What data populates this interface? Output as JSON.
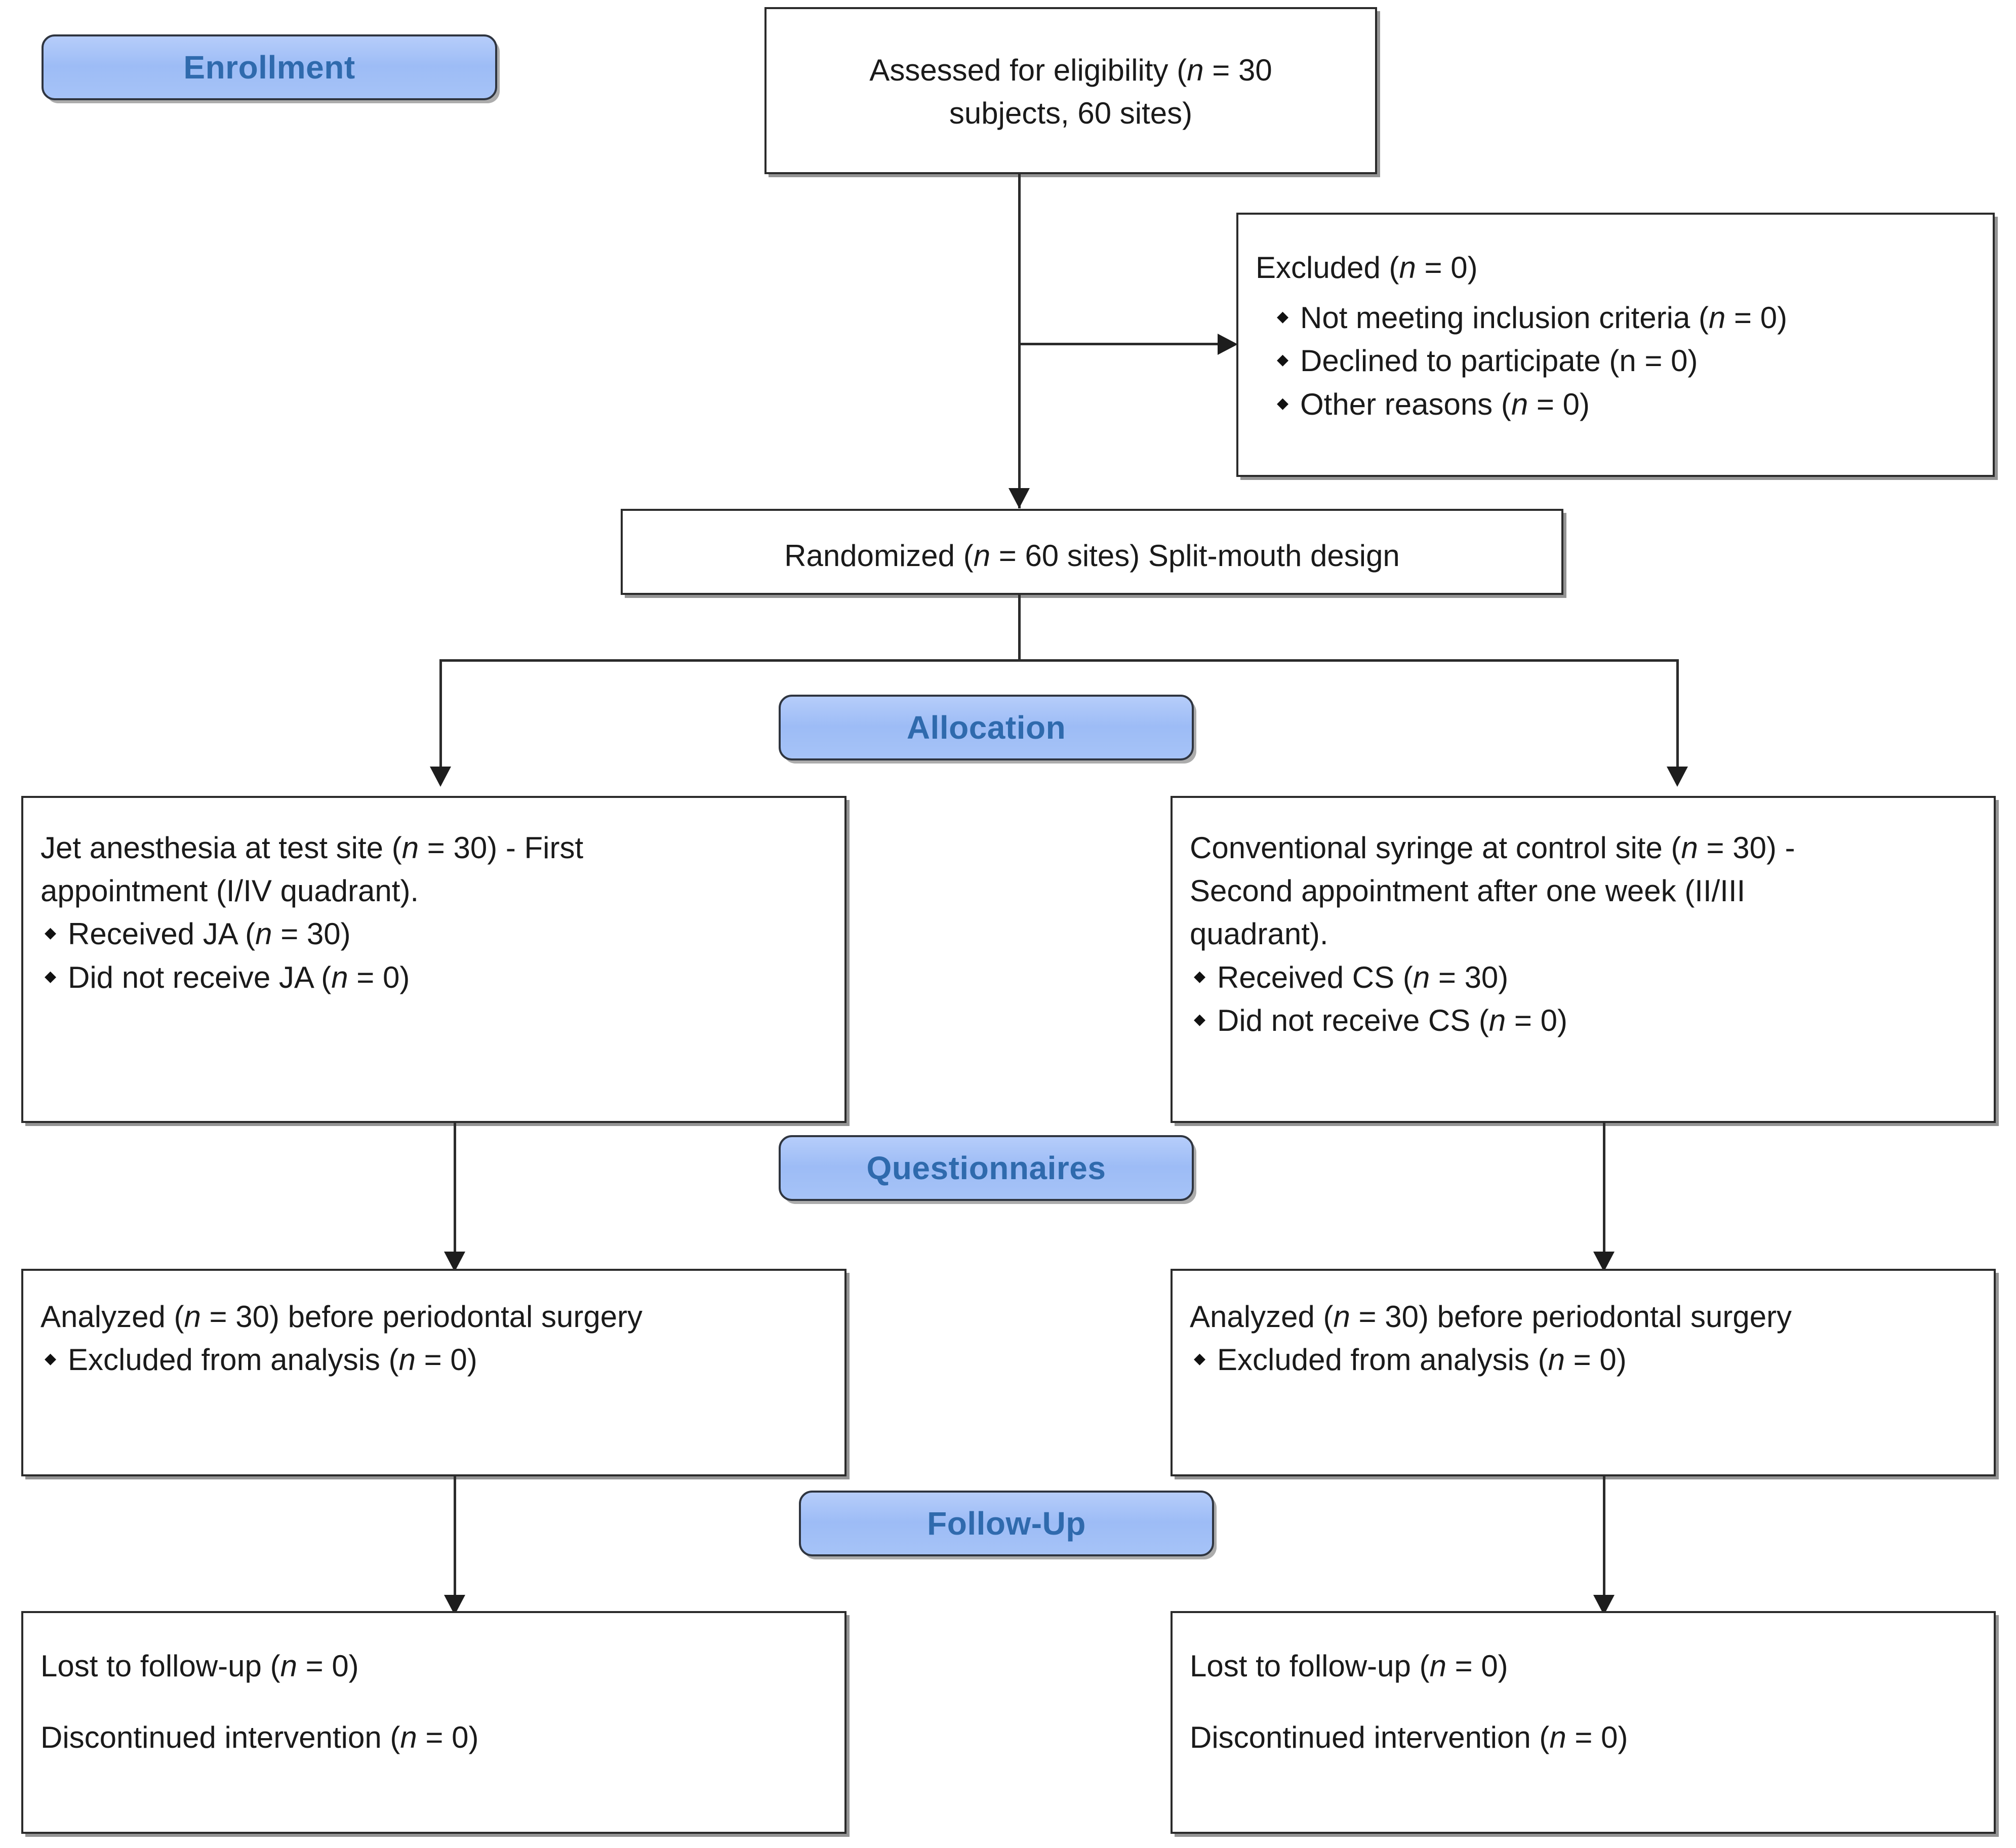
{
  "diagram": {
    "title": "CONSORT flow diagram",
    "accent_blue": "#9dbcf6",
    "accent_blue_text": "#2f6aad",
    "box_border": "#2b2b2b"
  },
  "stages": {
    "enrollment": "Enrollment",
    "allocation": "Allocation",
    "questionnaires": "Questionnaires",
    "followup": "Follow-Up"
  },
  "eligibility_box": {
    "line1_pre": "Assessed for eligibility (",
    "line1_n": "n",
    "line1_post": " = 30",
    "line2": "subjects, 60 sites)"
  },
  "excluded_box": {
    "heading_pre": "Excluded (",
    "heading_n": "n",
    "heading_post": " = 0)",
    "bullets": [
      {
        "pre": "Not meeting inclusion criteria (",
        "n": "n",
        "post": " = 0)",
        "italic_n": true
      },
      {
        "pre": "Declined to participate (n = 0)",
        "n": "",
        "post": "",
        "italic_n": false
      },
      {
        "pre": "Other reasons (",
        "n": "n",
        "post": " = 0)",
        "italic_n": true
      }
    ]
  },
  "randomized_box": {
    "pre": "Randomized (",
    "n": "n",
    "post": " = 60 sites) Split-mouth design"
  },
  "allocation_left": {
    "line1_pre": "Jet anesthesia at test site (",
    "line1_n": "n",
    "line1_post": " = 30) - First",
    "line2": "appointment (I/IV quadrant).",
    "bullets": [
      {
        "pre": "Received JA (",
        "n": "n",
        "post": " = 30)"
      },
      {
        "pre": "Did not receive JA (",
        "n": "n",
        "post": " = 0)"
      }
    ]
  },
  "allocation_right": {
    "line1_pre": "Conventional syringe at control site (",
    "line1_n": "n",
    "line1_post": " = 30) -",
    "line2": "Second appointment after one week (II/III",
    "line3": "quadrant).",
    "bullets": [
      {
        "pre": "Received CS (",
        "n": "n",
        "post": " = 30)"
      },
      {
        "pre": "Did not receive CS (",
        "n": "n",
        "post": " = 0)"
      }
    ]
  },
  "analysis_left": {
    "heading_pre": "Analyzed (",
    "heading_n": "n",
    "heading_post": " = 30) before periodontal surgery",
    "bullets": [
      {
        "pre": "Excluded from analysis (",
        "n": "n",
        "post": " = 0)"
      }
    ]
  },
  "analysis_right": {
    "heading_pre": "Analyzed (",
    "heading_n": "n",
    "heading_post": " = 30) before periodontal surgery",
    "bullets": [
      {
        "pre": "Excluded from analysis (",
        "n": "n",
        "post": " = 0)"
      }
    ]
  },
  "followup_left": {
    "line1_pre": "Lost to follow-up (",
    "line1_n": "n",
    "line1_post": " = 0)",
    "line2_pre": "Discontinued intervention (",
    "line2_n": "n",
    "line2_post": " = 0)"
  },
  "followup_right": {
    "line1_pre": "Lost to follow-up (",
    "line1_n": "n",
    "line1_post": " = 0)",
    "line2_pre": "Discontinued intervention (",
    "line2_n": "n",
    "line2_post": " = 0)"
  }
}
